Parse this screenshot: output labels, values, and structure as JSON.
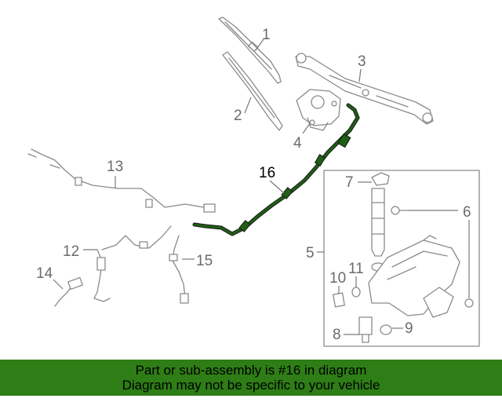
{
  "colors": {
    "highlight_part": "#1f5f14",
    "banner_bg": "#2e7d16",
    "line_art": "#8a8a8a"
  },
  "callouts": {
    "c1": "1",
    "c2": "2",
    "c3": "3",
    "c4": "4",
    "c5": "5",
    "c6": "6",
    "c7": "7",
    "c8": "8",
    "c9": "9",
    "c10": "10",
    "c11": "11",
    "c12": "12",
    "c13": "13",
    "c14": "14",
    "c15": "15",
    "c16": "16"
  },
  "banner": {
    "line1": "Part or sub-assembly is #16 in diagram",
    "line2": "Diagram may not be specific to your vehicle"
  }
}
